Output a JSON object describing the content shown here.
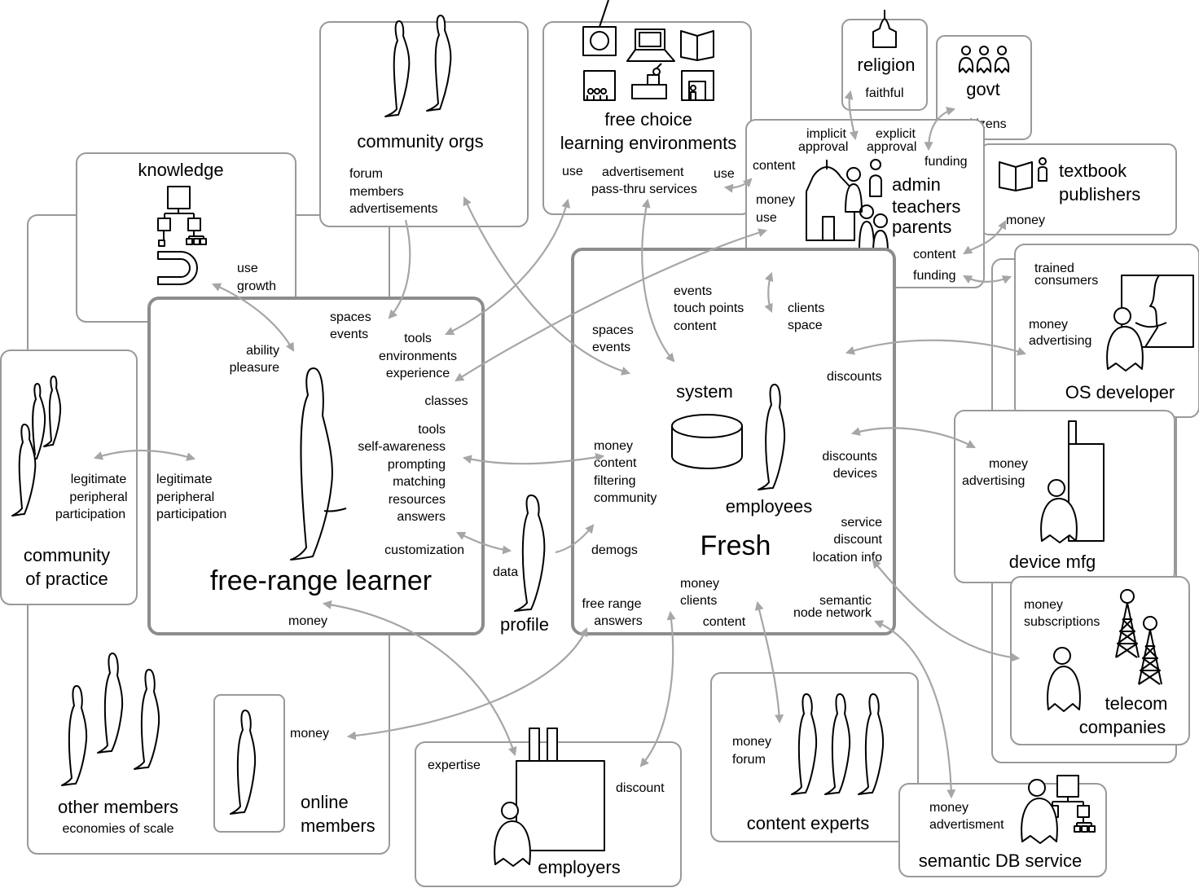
{
  "boxes": {
    "knowledge": {
      "title": "knowledge",
      "subtitle": "skills",
      "labels": [
        "use",
        "growth"
      ]
    },
    "community_orgs": {
      "title": "community orgs",
      "labels": [
        "forum",
        "members",
        "advertisements"
      ]
    },
    "free_choice": {
      "title_lines": [
        "free choice",
        "learning environments"
      ],
      "labels": [
        "use",
        "advertisement",
        "pass-thru services",
        "use"
      ]
    },
    "religion": {
      "title": "religion",
      "label": "faithful"
    },
    "govt": {
      "title": "govt",
      "label": "citizens"
    },
    "schools": {
      "title": "schools",
      "roles": [
        "admin",
        "teachers",
        "parents"
      ],
      "labels": {
        "implicit": [
          "implicit",
          "approval"
        ],
        "explicit": [
          "explicit",
          "approval"
        ],
        "funding_top": "funding",
        "content_left": "content",
        "money_use": [
          "money",
          "use"
        ],
        "content_right": "content",
        "discounts": "discounts",
        "funding_bottom": "funding"
      }
    },
    "textbook": {
      "title_lines": [
        "textbook",
        "publishers"
      ],
      "label": "money"
    },
    "os_developer": {
      "title": "OS developer",
      "labels": [
        "trained",
        "consumers",
        "money",
        "advertising"
      ]
    },
    "device_mfg": {
      "title": "device mfg",
      "labels": [
        "money",
        "advertising"
      ]
    },
    "telecom": {
      "title_lines": [
        "telecom",
        "companies"
      ],
      "labels": [
        "money",
        "subscriptions"
      ]
    },
    "community_of_practice": {
      "title_lines": [
        "community",
        "of practice"
      ],
      "labels": [
        "legitimate",
        "peripheral",
        "participation"
      ]
    },
    "other_members": {
      "title": "other members",
      "subtitle": "economies of scale"
    },
    "online_members": {
      "title_lines": [
        "online",
        "members"
      ],
      "label": "money"
    },
    "employers": {
      "title": "employers",
      "labels": [
        "expertise",
        "discount"
      ]
    },
    "content_experts": {
      "title": "content experts",
      "labels": [
        "money",
        "forum"
      ]
    },
    "semantic_db": {
      "title": "semantic DB service",
      "labels": [
        "money",
        "advertisment"
      ]
    }
  },
  "learner": {
    "title": "free-range learner",
    "labels": {
      "spaces_events": [
        "spaces",
        "events"
      ],
      "tools_env": [
        "tools",
        "environments",
        "experience"
      ],
      "classes": "classes",
      "ability": [
        "ability",
        "pleasure"
      ],
      "lpp": [
        "legitimate",
        "peripheral",
        "participation"
      ],
      "tools_list": [
        "tools",
        "self-awareness",
        "prompting",
        "matching",
        "resources",
        "answers"
      ],
      "customization": "customization",
      "money": "money"
    }
  },
  "profile": {
    "title": "profile",
    "label": "data"
  },
  "fresh": {
    "title": "Fresh",
    "system": "system",
    "employees": "employees",
    "labels": {
      "events_tp": [
        "events",
        "touch points",
        "content"
      ],
      "clients_space": [
        "clients",
        "space"
      ],
      "spaces_events": [
        "spaces",
        "events"
      ],
      "discounts": "discounts",
      "money_list": [
        "money",
        "content",
        "filtering",
        "community"
      ],
      "discounts_devices": [
        "discounts",
        "devices"
      ],
      "demogs": "demogs",
      "service": [
        "service",
        "discount",
        "location info"
      ],
      "money_clients": [
        "money",
        "clients"
      ],
      "free_range": [
        "free range",
        "answers"
      ],
      "content": "content",
      "semantic": [
        "semantic",
        "node network"
      ]
    }
  }
}
